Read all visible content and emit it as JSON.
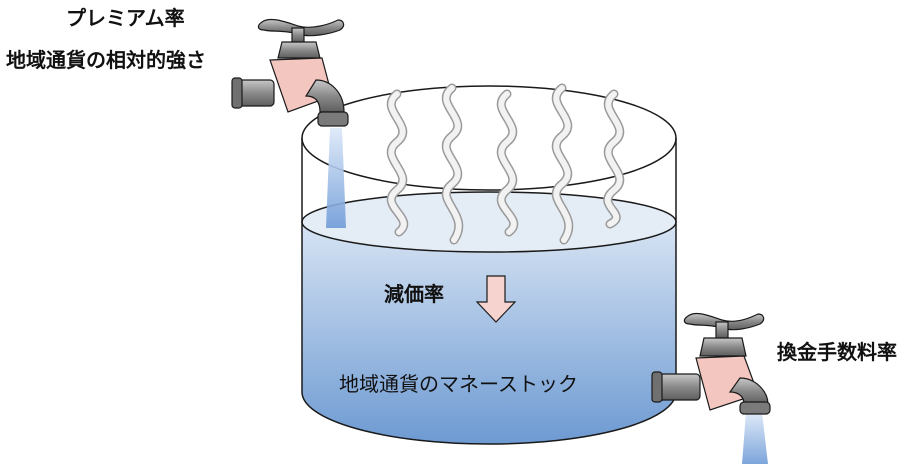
{
  "labels": {
    "premium_rate": "プレミアム率",
    "currency_strength": "地域通貨の相対的強さ",
    "depreciation_rate": "減価率",
    "money_stock": "地域通貨のマネーストック",
    "exchange_fee_rate": "換金手数料率"
  },
  "colors": {
    "water_top": "#e4ecf6",
    "water_bottom": "#6d9ad2",
    "outline": "#1a1a1a",
    "arrow_fill": "#f7d3cf",
    "steam": "#d2d2d2",
    "faucet_metal": "#8c8c8c",
    "faucet_valve": "#f4c6c0",
    "stream": "#7ea6dc"
  },
  "icons": {
    "top_faucet": "faucet-icon",
    "bottom_faucet": "faucet-icon",
    "arrow": "down-arrow-icon",
    "steam": "steam-icon"
  }
}
